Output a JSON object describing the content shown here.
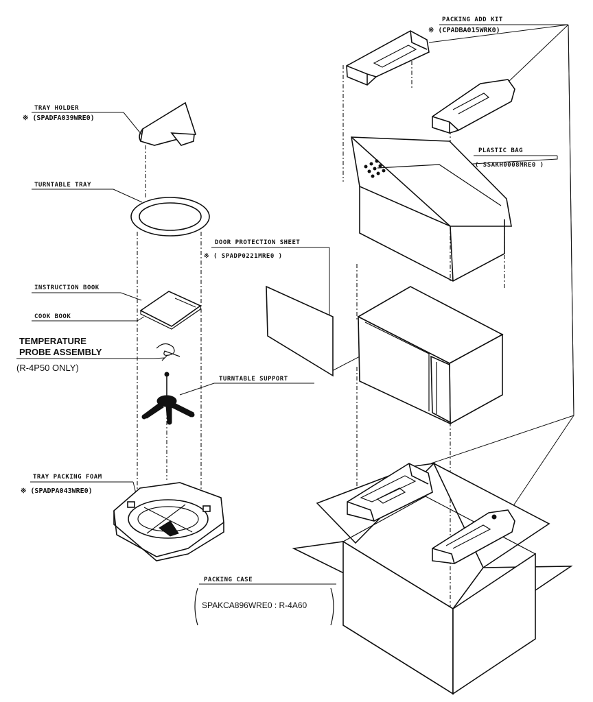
{
  "labels": {
    "packing_add_kit": "PACKING ADD KIT",
    "packing_add_kit_part": "※ (CPADBA015WRK0)",
    "tray_holder": "TRAY HOLDER",
    "tray_holder_part": "※ (SPADFA039WRE0)",
    "plastic_bag": "PLASTIC BAG",
    "plastic_bag_part": "※ ( SSAKH0008MRE0 )",
    "turntable_tray": "TURNTABLE TRAY",
    "door_protection_sheet": "DOOR PROTECTION SHEET",
    "door_protection_sheet_part": "※ ( SPADP0221MRE0 )",
    "instruction_book": "INSTRUCTION BOOK",
    "cook_book": "COOK BOOK",
    "temperature": "TEMPERATURE",
    "probe_assembly": "PROBE ASSEMBLY",
    "r4p50_only": "(R-4P50 ONLY)",
    "turntable_support": "TURNTABLE SUPPORT",
    "tray_packing_foam": "TRAY PACKING FOAM",
    "tray_packing_foam_part": "※ (SPADPA043WRE0)",
    "packing_case": "PACKING CASE",
    "packing_case_part": "SPAKCA896WRE0 : R-4A60"
  }
}
